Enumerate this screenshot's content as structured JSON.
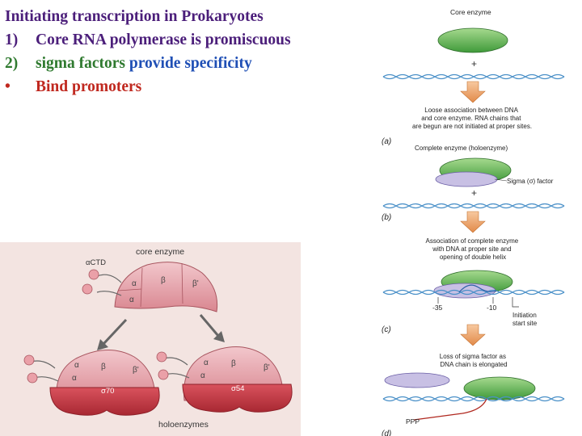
{
  "slide": {
    "title": "Initiating transcription in Prokaryotes",
    "points": [
      {
        "num": "1)",
        "text": "Core RNA polymerase is promiscuous"
      },
      {
        "num": "2)",
        "text_a": "sigma factors",
        "text_b": "provide specificity"
      },
      {
        "num": "•",
        "text": "Bind promoters"
      }
    ]
  },
  "colors": {
    "title": "#4b1e7a",
    "point1": "#4b1e7a",
    "sigma": "#2f7a2f",
    "specificity": "#1f4fb5",
    "promoters": "#c0281f"
  },
  "right_figure": {
    "core_label": "Core enzyme",
    "plus": "+",
    "panel_a_text": [
      "Loose association between DNA",
      "and core enzyme. RNA chains that",
      "are begun are not initiated at proper sites."
    ],
    "panel_a_letter": "(a)",
    "holo_label": "Complete enzyme (holoenzyme)",
    "sigma_label": "Sigma (σ) factor",
    "panel_b_letter": "(b)",
    "panel_c_text": [
      "Association of complete enzyme",
      "with DNA at proper site and",
      "opening of double helix"
    ],
    "minus35": "-35",
    "minus10": "-10",
    "initiation": [
      "Initiation",
      "start site"
    ],
    "panel_c_letter": "(c)",
    "panel_d_text": [
      "Loss of sigma factor as",
      "DNA chain is elongated"
    ],
    "ppp": "PPP",
    "panel_d_letter": "(d)"
  },
  "left_figure": {
    "core_enzyme": "core enzyme",
    "actd": "αCTD",
    "alpha": "α",
    "beta": "β",
    "beta_prime": "β'",
    "sigma70": "σ70",
    "sigma54": "σ54",
    "holoenzymes": "holoenzymes"
  }
}
